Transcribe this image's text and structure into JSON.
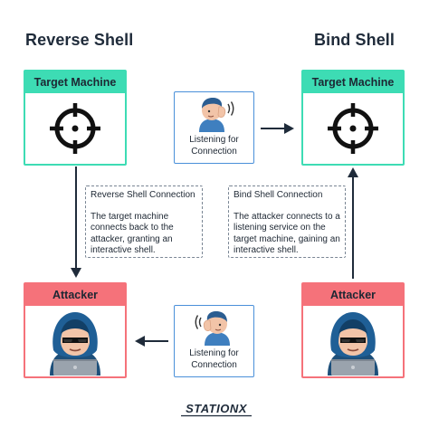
{
  "sections": {
    "reverse_title": "Reverse Shell",
    "bind_title": "Bind Shell"
  },
  "machines": {
    "target_label": "Target Machine",
    "attacker_label": "Attacker"
  },
  "listening": {
    "label_line1": "Listening for",
    "label_line2": "Connection"
  },
  "notes": {
    "reverse": {
      "title": "Reverse Shell Connection",
      "text": "The target machine connects back to the attacker, granting an interactive shell."
    },
    "bind": {
      "title": "Bind Shell Connection",
      "text": "The attacker connects to a listening service on the target machine, gaining an interactive shell."
    }
  },
  "logo": {
    "text": "STATIONX"
  },
  "icons": {
    "target": "crosshair-icon",
    "attacker": "hooded-hacker-icon",
    "listener": "person-listening-icon"
  },
  "colors": {
    "target_accent": "#3ddcb4",
    "attacker_accent": "#f5727a",
    "listen_border": "#4a90d9",
    "arrow": "#1f2b3a",
    "title": "#1f2b3a"
  }
}
